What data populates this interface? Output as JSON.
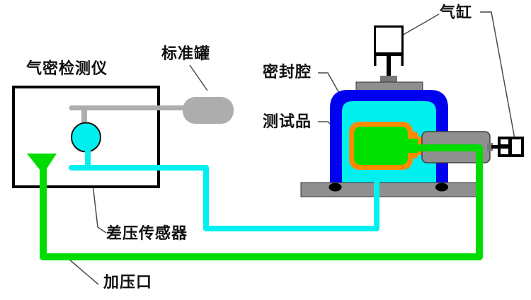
{
  "diagram": {
    "labels": {
      "tester": "气密检测仪",
      "standard_tank": "标准罐",
      "sealed_cavity": "密封腔",
      "test_item": "测试品",
      "air_cylinder": "气缸",
      "diff_pressure_sensor": "差压传感器",
      "pressure_inlet": "加压口"
    }
  },
  "colors": {
    "chamber_blue": "#0000F0",
    "cavity_cyan": "#00F0F0",
    "line_cyan": "#00F0F0",
    "item_green": "#00E000",
    "line_green": "#00DC00",
    "seal_orange": "#FF8A00",
    "metal_gray": "#8F8F8F",
    "light_gray": "#ADADAD",
    "dark_gray": "#787878",
    "ink": "#111111",
    "background": "#FFFFFF"
  }
}
